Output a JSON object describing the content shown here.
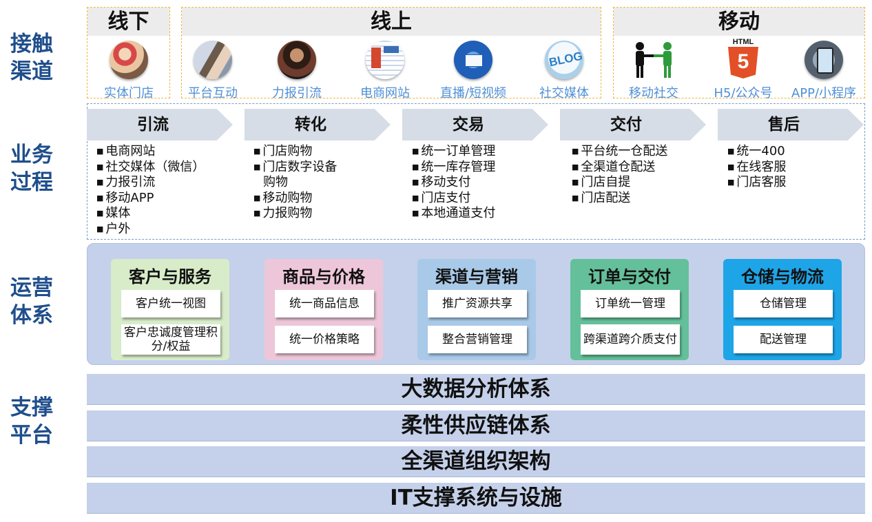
{
  "rows": {
    "touch": [
      "接触",
      "渠道"
    ],
    "process": [
      "业务",
      "过程"
    ],
    "ops": [
      "运营",
      "体系"
    ],
    "support": [
      "支撑",
      "平台"
    ]
  },
  "channels": [
    {
      "title": "线下",
      "items": [
        {
          "label": "实体门店",
          "icon": "store-photo"
        }
      ]
    },
    {
      "title": "线上",
      "items": [
        {
          "label": "平台互动",
          "icon": "platform-photo"
        },
        {
          "label": "力报引流",
          "icon": "person-photo"
        },
        {
          "label": "电商网站",
          "icon": "website-photo"
        },
        {
          "label": "直播/短视频",
          "icon": "envelope-globe"
        },
        {
          "label": "社交媒体",
          "icon": "blog-badge"
        }
      ]
    },
    {
      "title": "移动",
      "items": [
        {
          "label": "移动社交",
          "icon": "people-exchange"
        },
        {
          "label": "H5/公众号",
          "icon": "html5-logo",
          "logo_text": [
            "HTML",
            "5"
          ]
        },
        {
          "label": "APP/小程序",
          "icon": "phone-photo"
        }
      ]
    }
  ],
  "process": [
    {
      "stage": "引流",
      "items": [
        "电商网站",
        "社交媒体（微信）",
        "力报引流",
        "移动APP",
        "媒体",
        "户外"
      ]
    },
    {
      "stage": "转化",
      "items": [
        "门店购物",
        "门店数字设备",
        "购物",
        "移动购物",
        "力报购物"
      ]
    },
    {
      "stage": "交易",
      "items": [
        "统一订单管理",
        "统一库存管理",
        "移动支付",
        "门店支付",
        "本地通道支付"
      ]
    },
    {
      "stage": "交付",
      "items": [
        "平台统一仓配送",
        "全渠道仓配送",
        "门店自提",
        "门店配送"
      ]
    },
    {
      "stage": "售后",
      "items": [
        "统一400",
        "在线客服",
        "门店客服"
      ]
    }
  ],
  "bullet": "■",
  "operations": [
    {
      "title": "客户与服务",
      "color": "#d8ecc9",
      "items": [
        "客户统一视图",
        "客户忠诚度管理积分/权益"
      ]
    },
    {
      "title": "商品与价格",
      "color": "#edc7d9",
      "items": [
        "统一商品信息",
        "统一价格策略"
      ]
    },
    {
      "title": "渠道与营销",
      "color": "#a9c9e8",
      "items": [
        "推广资源共享",
        "整合营销管理"
      ]
    },
    {
      "title": "订单与交付",
      "color": "#64c09a",
      "items": [
        "订单统一管理",
        "跨渠道跨介质支付"
      ]
    },
    {
      "title": "仓储与物流",
      "color": "#1ea5e8",
      "items": [
        "仓储管理",
        "配送管理"
      ]
    }
  ],
  "support": [
    "大数据分析体系",
    "柔性供应链体系",
    "全渠道组织架构",
    "IT支撑系统与设施"
  ]
}
